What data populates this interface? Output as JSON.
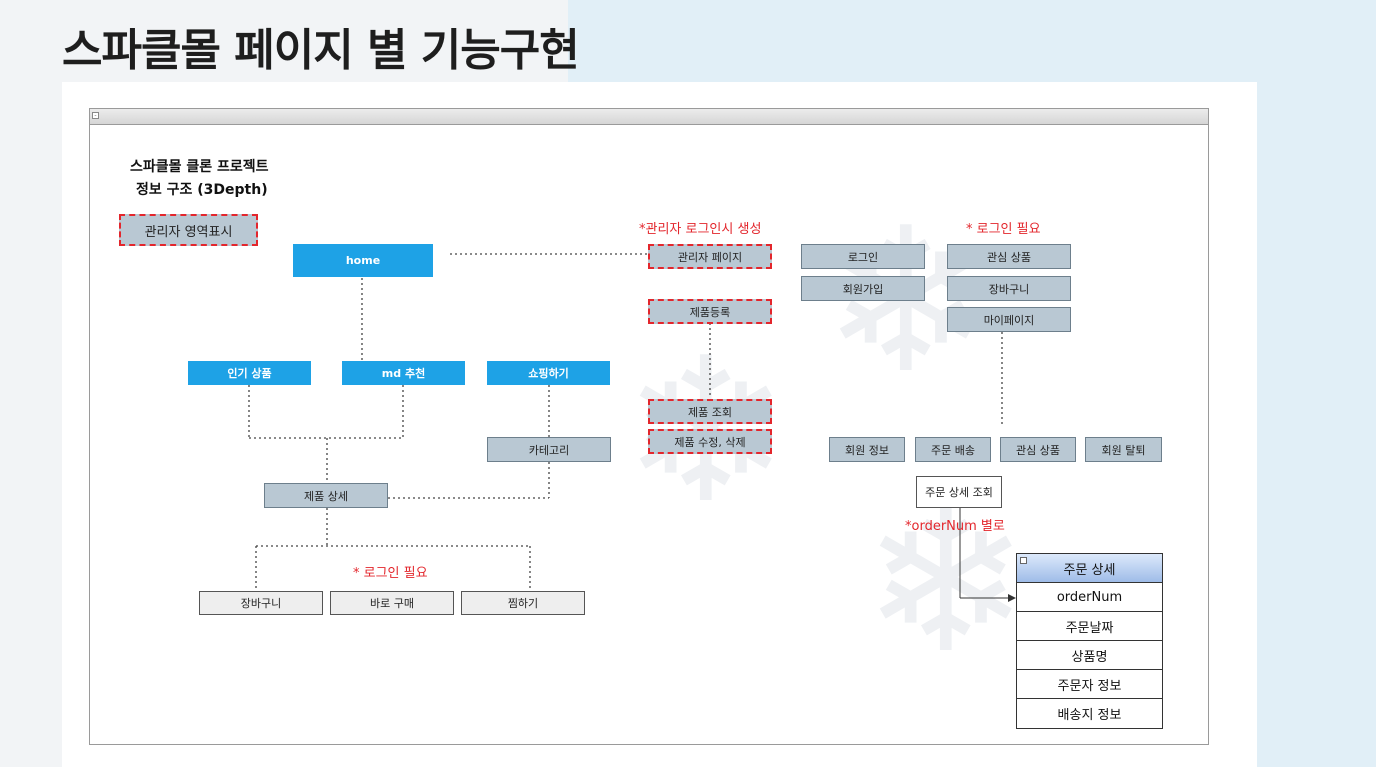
{
  "page_title": "스파클몰 페이지 별 기능구현",
  "doc_title_line1": "스파클몰 클론 프로젝트",
  "doc_title_line2": "정보 구조 (3Depth)",
  "admin_legend": "관리자 영역표시",
  "colors": {
    "accent": "#1ea2e6",
    "node": "#b9c8d3",
    "alert": "#e3262c"
  },
  "nodes": {
    "home": "home",
    "popular": "인기 상품",
    "md": "md 추천",
    "shopping": "쇼핑하기",
    "category": "카테고리",
    "product_detail": "제품 상세",
    "cart": "장바구니",
    "buy_now": "바로 구매",
    "wish": "찜하기",
    "admin_page": "관리자 페이지",
    "product_register": "제품등록",
    "product_view": "제품 조회",
    "product_edit": "제품 수정, 삭제",
    "login": "로그인",
    "signup": "회원가입",
    "interest": "관심 상품",
    "cart2": "장바구니",
    "mypage": "마이페이지",
    "member_info": "회원 정보",
    "order_delivery": "주문 배송",
    "interest2": "관심 상품",
    "withdraw": "회원 탈퇴",
    "order_detail_view": "주문 상세 조회"
  },
  "labels": {
    "login_required_left": "* 로그인 필요",
    "admin_create": "*관리자 로그인시 생성",
    "login_required_right": "* 로그인 필요",
    "order_num_each": "*orderNum 별로"
  },
  "entity": {
    "title": "주문 상세",
    "fields": [
      "orderNum",
      "주문날짜",
      "상품명",
      "주문자 정보",
      "배송지 정보"
    ]
  }
}
